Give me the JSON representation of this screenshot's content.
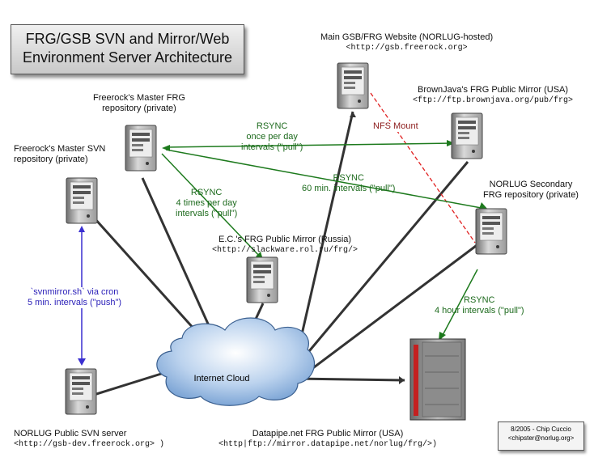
{
  "title": {
    "line1": "FRG/GSB SVN and Mirror/Web",
    "line2": "Environment Server Architecture"
  },
  "credit": {
    "line1": "8/2005 - Chip Cuccio",
    "line2": "<chipster@norlug.org>"
  },
  "cloud": {
    "label": "Internet Cloud"
  },
  "nodes": {
    "main_site": {
      "name": "Main GSB/FRG Website (NORLUG-hosted)",
      "url": "<http://gsb.freerock.org>"
    },
    "brownjava": {
      "name": "BrownJava's FRG Public Mirror (USA)",
      "url": "<ftp://ftp.brownjava.org/pub/frg>"
    },
    "master_frg": {
      "name1": "Freerock's Master FRG",
      "name2": "repository (private)"
    },
    "master_svn": {
      "name1": "Freerock's Master SVN",
      "name2": "repository (private)"
    },
    "norlug_frg": {
      "name1": "NORLUG Secondary",
      "name2": "FRG repository (private)"
    },
    "ec_mirror": {
      "name": "E.C.'s FRG Public Mirror (Russia)",
      "url": "<http://slackware.rol.ru/frg/>"
    },
    "norlug_svn": {
      "name": "NORLUG Public SVN server",
      "url": "<http://gsb-dev.freerock.org> )"
    },
    "datapipe": {
      "name": "Datapipe.net FRG Public Mirror (USA)",
      "url": "<http|ftp://mirror.datapipe.net/norlug/frg/>)"
    }
  },
  "links": {
    "rsync_brownjava": {
      "line1": "RSYNC",
      "line2": "once per day",
      "line3": "intervals (\"pull\")"
    },
    "rsync_norlug": {
      "line1": "RSYNC",
      "line2": "60 min. intervals (\"pull\")"
    },
    "rsync_ec": {
      "line1": "RSYNC",
      "line2": "4 times per day",
      "line3": "intervals (\"pull\")"
    },
    "rsync_datapipe": {
      "line1": "RSYNC",
      "line2": "4 hour intervals (\"pull\")"
    },
    "svnmirror": {
      "line1": "`svnmirror.sh` via cron",
      "line2": "5 min. intervals (\"push\")"
    },
    "nfs": {
      "label": "NFS Mount"
    }
  },
  "colors": {
    "sync": "#1d7a1d",
    "push": "#3a2fd0",
    "nfs": "#e02020",
    "network": "#333333"
  },
  "icons": [
    "server-tower-icon",
    "rack-server-icon",
    "cloud-icon"
  ]
}
